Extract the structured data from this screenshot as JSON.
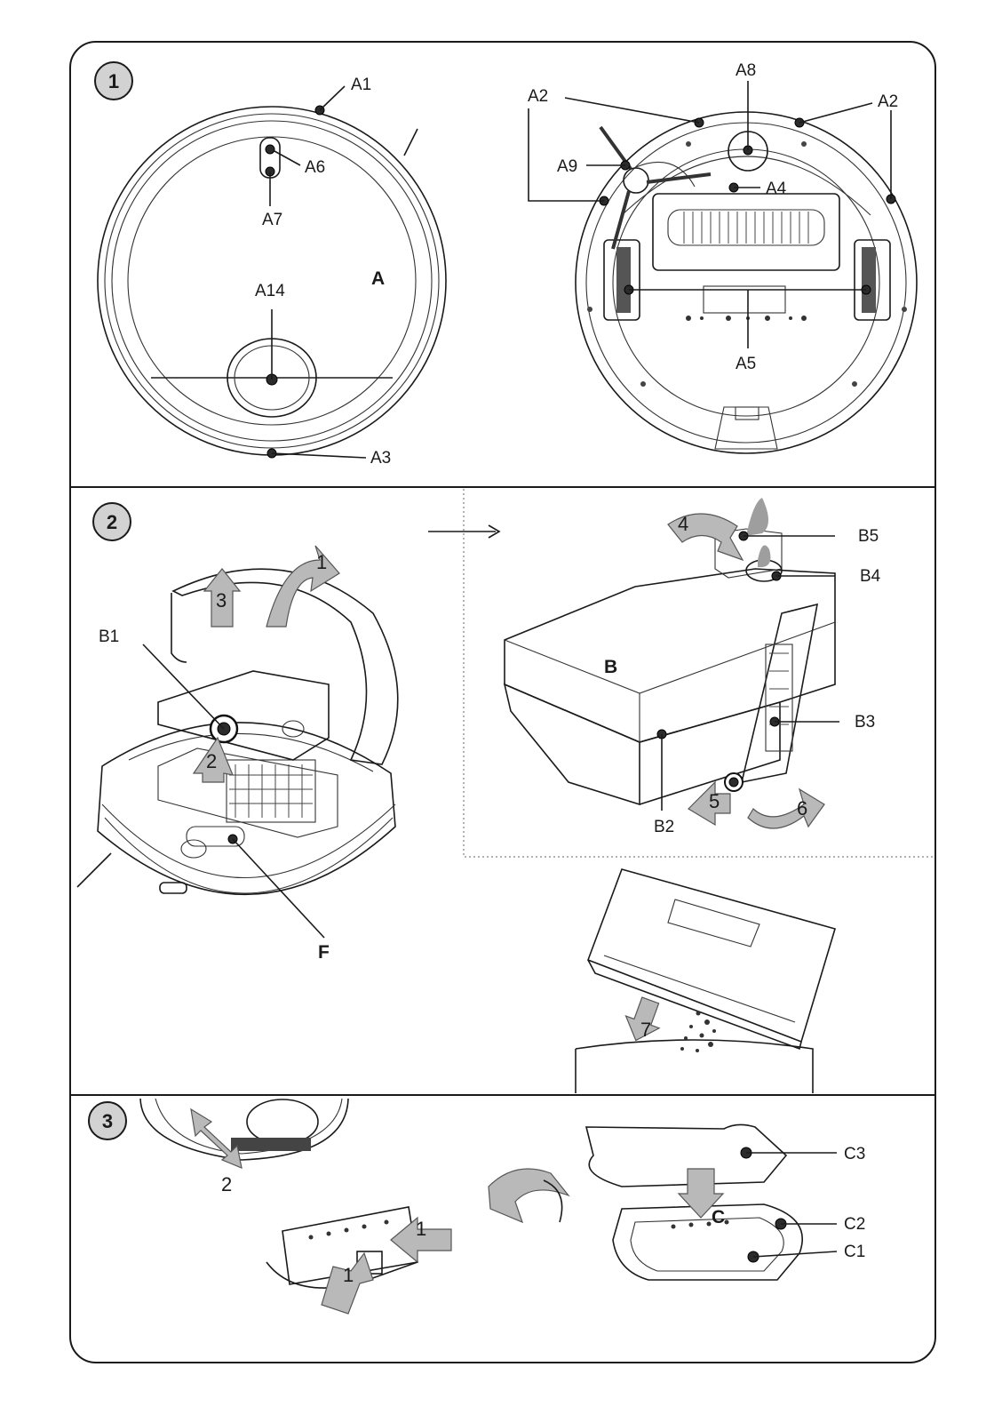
{
  "sections": [
    {
      "number": "1"
    },
    {
      "number": "2"
    },
    {
      "number": "3"
    }
  ],
  "section1": {
    "top_view_labels": {
      "a1": "A1",
      "a6": "A6",
      "a7": "A7",
      "a14": "A14",
      "a": "A",
      "a3": "A3"
    },
    "bottom_view_labels": {
      "a8": "A8",
      "a2_left": "A2",
      "a2_right": "A2",
      "a9": "A9",
      "a4": "A4",
      "a5": "A5"
    }
  },
  "section2": {
    "robot_labels": {
      "b1": "B1",
      "f": "F"
    },
    "steps": {
      "s1": "1",
      "s2": "2",
      "s3": "3",
      "s4": "4",
      "s5": "5",
      "s6": "6",
      "s7": "7"
    },
    "bin_labels": {
      "b": "B",
      "b2": "B2",
      "b3": "B3",
      "b4": "B4",
      "b5": "B5"
    }
  },
  "section3": {
    "steps": {
      "s1a": "1",
      "s1b": "1",
      "s2": "2"
    },
    "mop_labels": {
      "c": "C",
      "c1": "C1",
      "c2": "C2",
      "c3": "C3"
    }
  }
}
